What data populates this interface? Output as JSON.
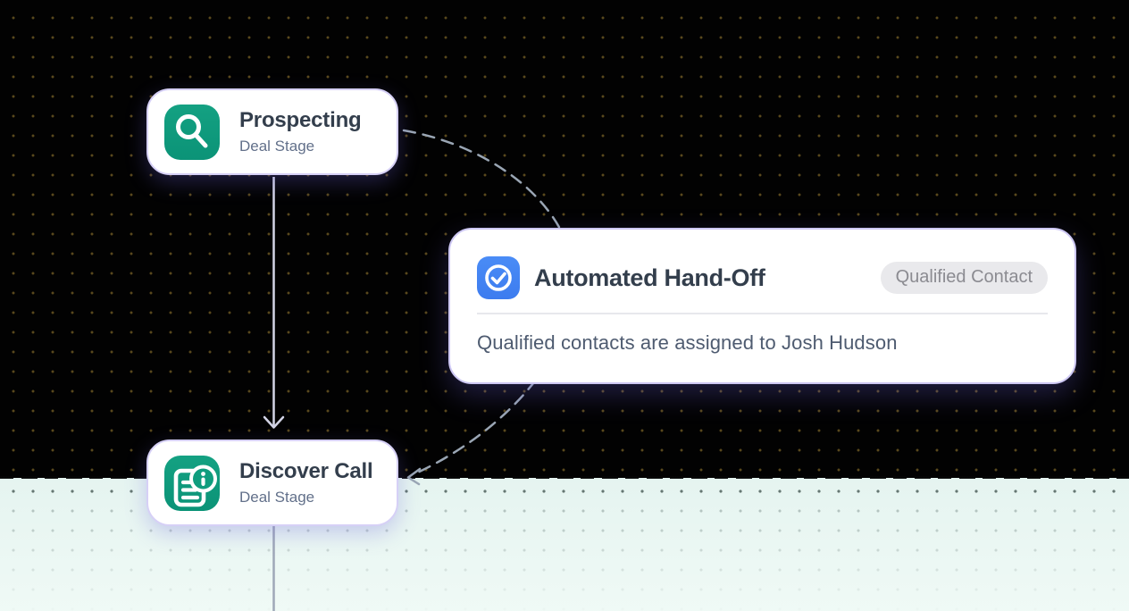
{
  "diagram": {
    "nodes": [
      {
        "id": "prospecting",
        "title": "Prospecting",
        "subtitle": "Deal Stage",
        "icon": "search-icon",
        "icon_color": "#0f9d7e"
      },
      {
        "id": "discover-call",
        "title": "Discover Call",
        "subtitle": "Deal Stage",
        "icon": "document-info-icon",
        "icon_color": "#0f9d7e"
      }
    ],
    "action_card": {
      "title": "Automated Hand-Off",
      "badge": "Qualified Contact",
      "description": "Qualified contacts are assigned to Josh Hudson",
      "icon": "check-circle-icon",
      "icon_color": "#4285f4"
    },
    "connectors": [
      {
        "from": "prospecting",
        "to": "discover-call",
        "style": "solid-vertical-arrow"
      },
      {
        "from": "prospecting",
        "to": "discover-call",
        "style": "dashed-curve-arrow",
        "via": "automated-hand-off"
      }
    ],
    "colors": {
      "canvas_dark": "#010101",
      "canvas_light": "#e5f4f0",
      "node_border": "#d6d0f6",
      "accent_green": "#0f9d7e",
      "accent_blue": "#4285f4",
      "badge_bg": "#e9e9ec",
      "badge_text": "#8b8b91",
      "title_text": "#333e4c",
      "subtitle_text": "#62708a",
      "description_text": "#4e5b70",
      "connector_gray": "#9aa6b4"
    }
  }
}
